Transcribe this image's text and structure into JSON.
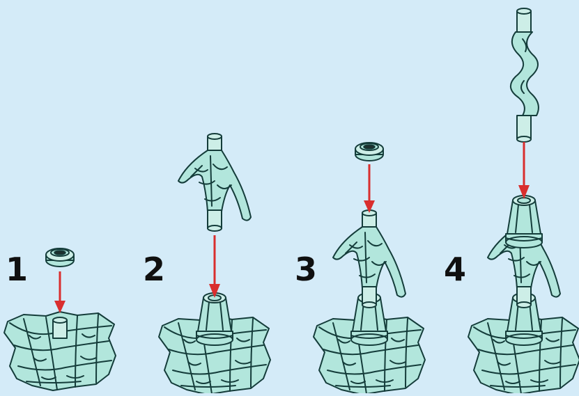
{
  "steps": [
    {
      "number": "1"
    },
    {
      "number": "2"
    },
    {
      "number": "3"
    },
    {
      "number": "4"
    }
  ],
  "colors": {
    "background": "#d4ebf8",
    "parts": "#b2e6dc",
    "outline": "#143c3a",
    "arrow": "#d92e2e",
    "numbers": "#101010"
  },
  "icons": [
    "web-base-icon",
    "round-plate-icon",
    "cone-icon",
    "web-piece-icon",
    "wavy-bar-icon",
    "down-arrow-icon"
  ]
}
